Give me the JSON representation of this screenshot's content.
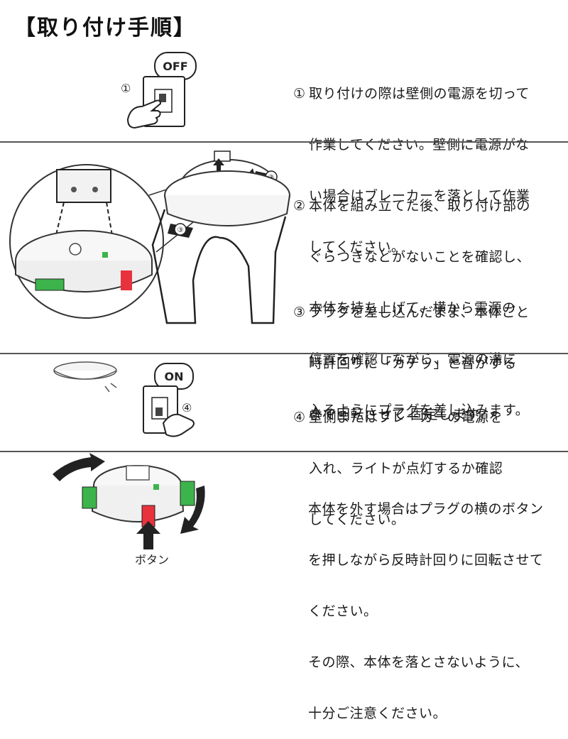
{
  "title": "【取り付け手順】",
  "step1": {
    "figure_num": "①",
    "bubble": "OFF",
    "num": "①",
    "lines": [
      "取り付けの際は壁側の電源を切って",
      "作業してください。壁側に電源がな",
      "い場合はブレーカーを落として作業",
      "してください。"
    ]
  },
  "step2": {
    "num": "②",
    "lines": [
      "本体を組み立てた後、取り付け部の",
      "ぐらつきなどがないことを確認し、",
      "本体を持ち上げて、横から電源の",
      "位置を確認しながら、電源の溝に",
      "入るようにプラグを差し込みます。"
    ],
    "arrow_labels": [
      "②",
      "③",
      "③"
    ]
  },
  "step3": {
    "num": "③",
    "lines": [
      "プラグを差し込んだまま、本体ごと",
      "時計回りに「カチッ」と音がする",
      "まで回転させて 固定します。"
    ]
  },
  "step4": {
    "bubble": "ON",
    "figure_num": "④",
    "num": "④",
    "lines": [
      "壁側またはブレーカーの電源を",
      "入れ、ライトが点灯するか確認",
      "してください。"
    ]
  },
  "removal": {
    "button_label": "ボタン",
    "lines": [
      "本体を外す場合はプラグの横のボタン",
      "を押しながら反時計回りに回転させて",
      "ください。",
      "その際、本体を落とさないように、",
      "十分ご注意ください。"
    ]
  },
  "colors": {
    "accent_green": "#3cb44b",
    "accent_red": "#e8323c",
    "line_gray": "#555555"
  }
}
